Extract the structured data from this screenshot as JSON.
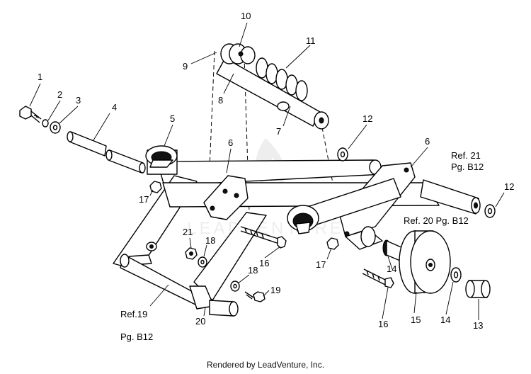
{
  "footer": {
    "text": "Rendered by LeadVenture, Inc."
  },
  "callouts": {
    "c1": "1",
    "c2": "2",
    "c3": "3",
    "c4": "4",
    "c5": "5",
    "c6a": "6",
    "c6b": "6",
    "c7": "7",
    "c8": "8",
    "c9": "9",
    "c10": "10",
    "c11": "11",
    "c12a": "12",
    "c12b": "12",
    "c13": "13",
    "c14a": "14",
    "c14b": "14",
    "c15": "15",
    "c16a": "16",
    "c16b": "16",
    "c17a": "17",
    "c17b": "17",
    "c18a": "18",
    "c18b": "18",
    "c19": "19",
    "c20": "20",
    "c21": "21"
  },
  "references": {
    "ref21_line1": "Ref. 21",
    "ref21_line2": "Pg. B12",
    "ref20": "Ref. 20 Pg. B12",
    "ref19_line1": "Ref.19",
    "ref19_line2": "Pg. B12"
  },
  "watermark": {
    "text": "LEADVENTURE",
    "color": "#e2e2e2"
  }
}
